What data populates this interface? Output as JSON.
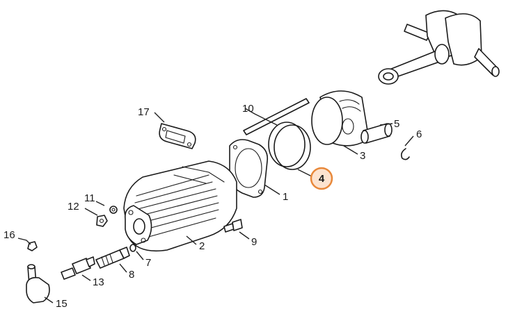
{
  "callouts": {
    "c1": "1",
    "c2": "2",
    "c3": "3",
    "c4": "4",
    "c5": "5",
    "c6": "6",
    "c7": "7",
    "c8": "8",
    "c9": "9",
    "c10": "10",
    "c11": "11",
    "c12": "12",
    "c13": "13",
    "c15": "15",
    "c16": "16",
    "c17": "17"
  },
  "highlight": {
    "part": "4",
    "color": "#e8883a",
    "fill": "#fde3cf"
  }
}
